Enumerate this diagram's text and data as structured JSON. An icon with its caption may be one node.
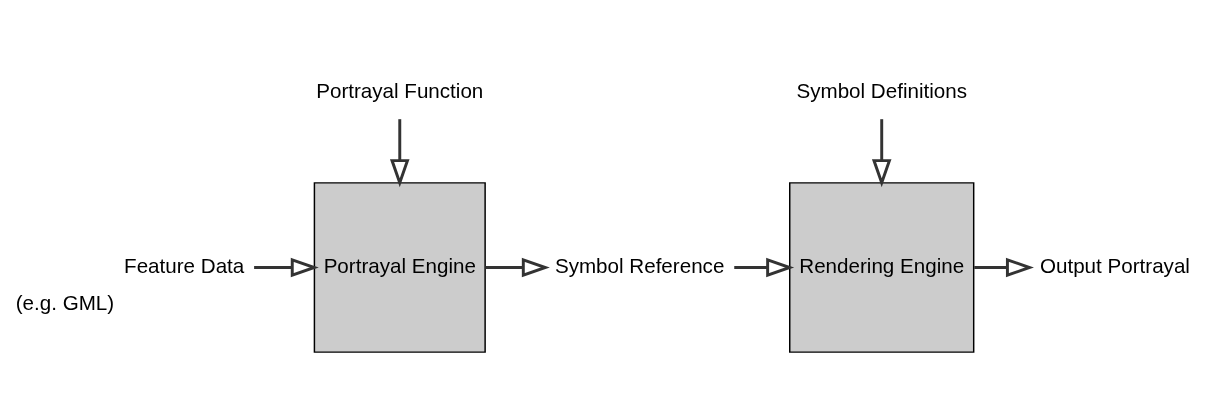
{
  "diagram": {
    "nodes": [
      {
        "text": [
          "Feature Data"
        ],
        "beside": [
          "(e.g. GML)"
        ]
      },
      {
        "text": [
          "Portrayal Engine"
        ]
      },
      {
        "text": [
          "Symbol Reference"
        ]
      },
      {
        "text": [
          "Rendering Engine"
        ]
      },
      {
        "text": [
          "Output Portrayal"
        ]
      },
      {
        "text": [
          "Portrayal Function"
        ]
      },
      {
        "text": [
          "Symbol Definitions"
        ]
      }
    ],
    "edges": [
      {
        "from": 0,
        "to": 1,
        "arrow": "to"
      },
      {
        "from": 1,
        "to": 2,
        "arrow": "to"
      },
      {
        "from": 2,
        "to": 3,
        "arrow": "to"
      },
      {
        "from": 3,
        "to": 4,
        "arrow": "to"
      },
      {
        "from": 5,
        "to": 1,
        "arrow": "to"
      },
      {
        "from": 6,
        "to": 3,
        "arrow": "to"
      }
    ]
  }
}
